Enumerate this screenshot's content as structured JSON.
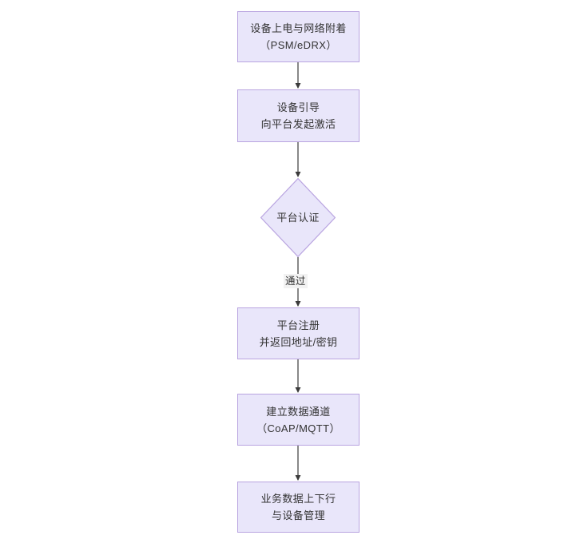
{
  "diagram": {
    "title": "",
    "type": "flowchart",
    "orientation": "top-to-bottom",
    "background_color": "#ffffff",
    "node_fill_color": "#e9e6fa",
    "node_border_color": "#b9a4e0",
    "node_text_color": "#333333",
    "connector_color": "#3b3b3b",
    "edge_label_background": "#f2f2f2",
    "nodes": [
      {
        "id": "power-attach",
        "shape": "rectangle",
        "line1": "设备上电与网络附着",
        "line2": "（PSM/eDRX）"
      },
      {
        "id": "bootstrap",
        "shape": "rectangle",
        "line1": "设备引导",
        "line2": "向平台发起激活"
      },
      {
        "id": "auth-decision",
        "shape": "diamond",
        "line1": "平台认证",
        "line2": ""
      },
      {
        "id": "register",
        "shape": "rectangle",
        "line1": "平台注册",
        "line2": "并返回地址/密钥"
      },
      {
        "id": "data-channel",
        "shape": "rectangle",
        "line1": "建立数据通道",
        "line2": "（CoAP/MQTT）"
      },
      {
        "id": "service-data",
        "shape": "rectangle",
        "line1": "业务数据上下行",
        "line2": "与设备管理"
      }
    ],
    "edges": [
      {
        "from": "power-attach",
        "to": "bootstrap",
        "label": ""
      },
      {
        "from": "bootstrap",
        "to": "auth-decision",
        "label": ""
      },
      {
        "from": "auth-decision",
        "to": "register",
        "label": "通过"
      },
      {
        "from": "register",
        "to": "data-channel",
        "label": ""
      },
      {
        "from": "data-channel",
        "to": "service-data",
        "label": ""
      }
    ]
  }
}
